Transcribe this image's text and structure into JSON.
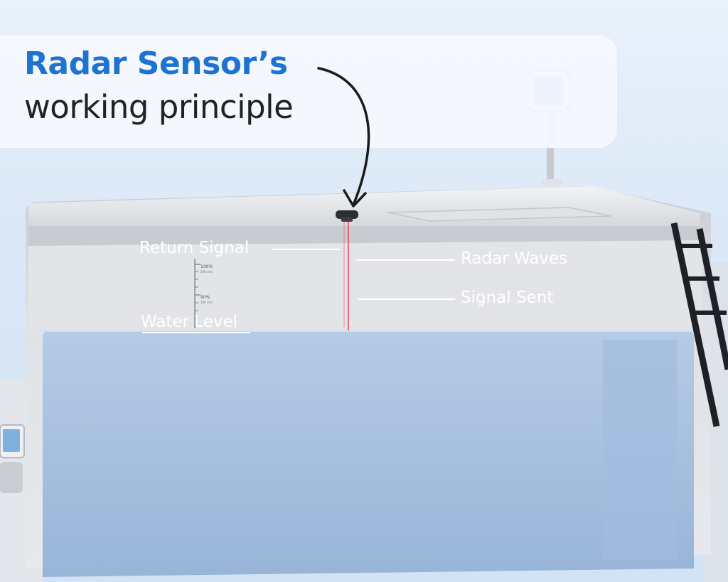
{
  "title": {
    "line1": "Radar Sensor’s",
    "line2": "working principle"
  },
  "labels": {
    "return_signal": "Return Signal",
    "radar_waves": "Radar Waves",
    "signal_sent": "Signal Sent",
    "water_level": "Water Level"
  },
  "gauge": {
    "top_mark": "100%",
    "top_sub": "200 cms",
    "mid_mark": "90%",
    "mid_sub": "180 cms"
  },
  "colors": {
    "accent": "#1e73d2",
    "title_dark": "#222222",
    "signal": "#e8344a",
    "water": "#a9c3e2"
  }
}
